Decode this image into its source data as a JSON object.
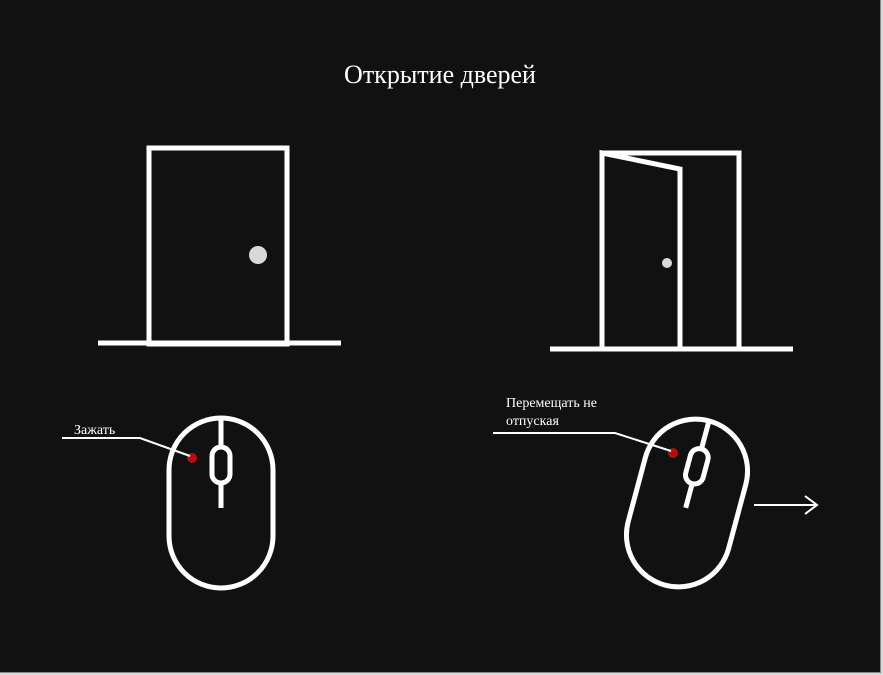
{
  "title": "Открытие дверей",
  "left_panel": {
    "callout": "Зажать"
  },
  "right_panel": {
    "callout_line1": "Перемещать не",
    "callout_line2": "отпуская"
  },
  "colors": {
    "background": "#111111",
    "stroke": "#ffffff",
    "knob": "#d9d9d9",
    "button_dot": "#b01010"
  },
  "icons": [
    "closed-door-icon",
    "open-door-icon",
    "mouse-icon",
    "mouse-icon",
    "arrow-right-icon"
  ]
}
